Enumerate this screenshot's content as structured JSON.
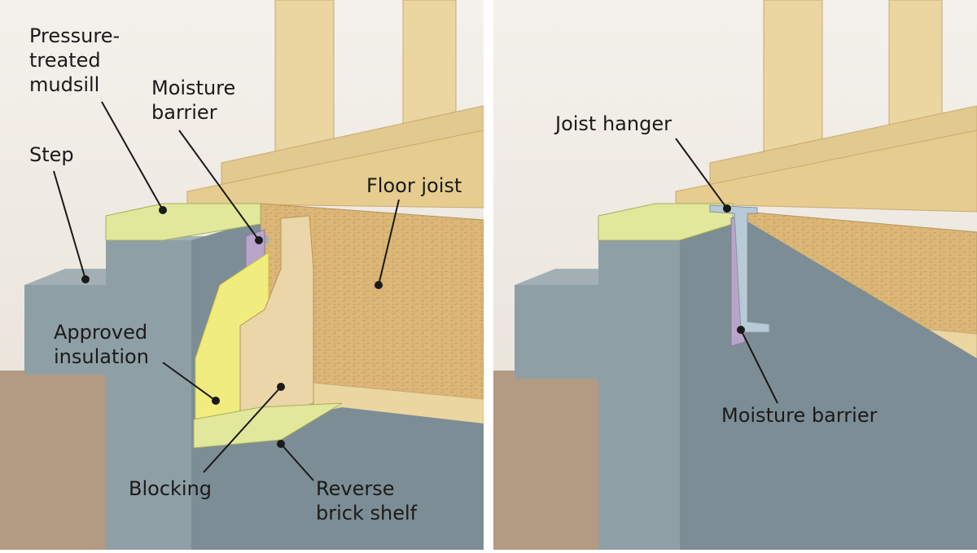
{
  "left_panel": {
    "labels": {
      "mudsill": [
        "Pressure-",
        "treated",
        "mudsill"
      ],
      "moisture_barrier": [
        "Moisture",
        "barrier"
      ],
      "step": "Step",
      "floor_joist": "Floor joist",
      "insulation": [
        "Approved",
        "insulation"
      ],
      "blocking": "Blocking",
      "brick_shelf": [
        "Reverse",
        "brick shelf"
      ]
    }
  },
  "right_panel": {
    "labels": {
      "joist_hanger": "Joist hanger",
      "moisture_barrier": "Moisture barrier"
    }
  },
  "colors": {
    "concrete": "#8f9fa6",
    "concrete_dark": "#7c8d95",
    "concrete_light": "#a2b0b6",
    "soil": "#b39a82",
    "wall_background": "#ece7df",
    "lumber": "#ebd5a0",
    "lumber_dark": "#d9bd82",
    "osb": "#dcb777",
    "subfloor": "#e6cc8f",
    "mudsill": "#e2e89b",
    "insulation": "#f1ec7e",
    "moisture_barrier": "#b9a5c9",
    "hanger_metal": "#b8cad6",
    "divider": "#ffffff"
  }
}
